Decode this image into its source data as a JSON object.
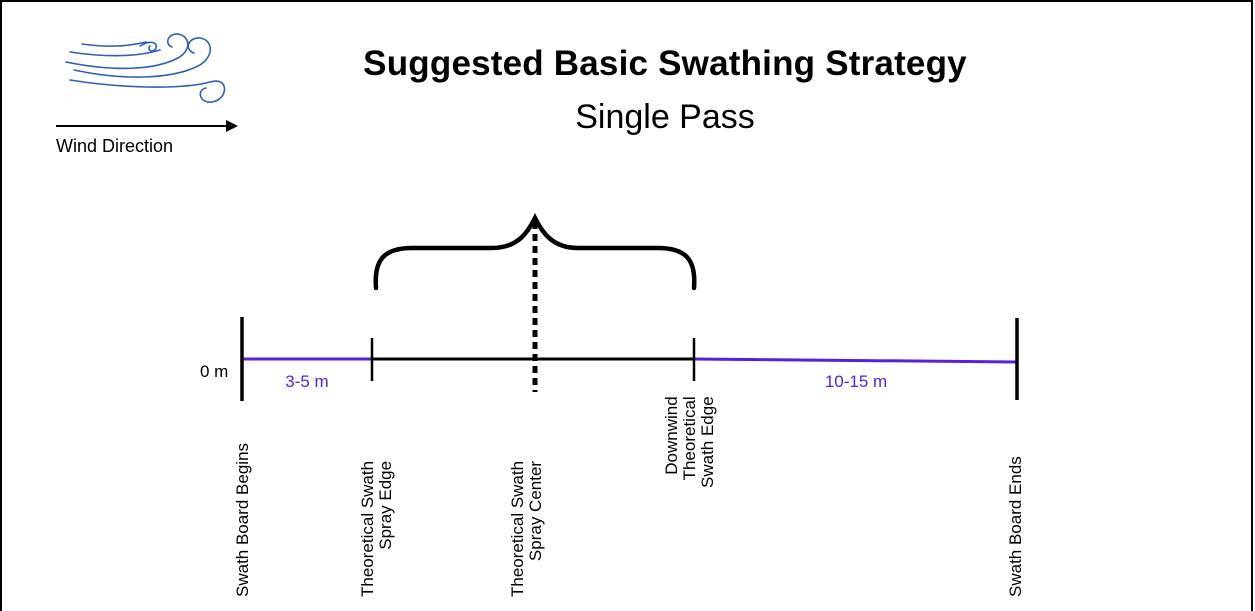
{
  "title": "Suggested Basic Swathing Strategy",
  "subtitle": "Single Pass",
  "wind": {
    "label": "Wind Direction",
    "icon": "wind-icon"
  },
  "scale": {
    "origin_label": "0 m",
    "upwind_distance": "3-5 m",
    "downwind_distance": "10-15 m"
  },
  "markers": [
    {
      "id": "swath-board-begins",
      "label": "Swath Board Begins"
    },
    {
      "id": "spray-edge",
      "label": "Theoretical Swath\nSpray Edge"
    },
    {
      "id": "spray-center",
      "label": "Theoretical Swath\nSpray Center"
    },
    {
      "id": "downwind-edge",
      "label": "Downwind\nTheoretical\nSwath Edge"
    },
    {
      "id": "swath-board-ends",
      "label": "Swath Board Ends"
    }
  ],
  "colors": {
    "distance_line": "#5a1fd6",
    "swath_line": "#000000"
  }
}
